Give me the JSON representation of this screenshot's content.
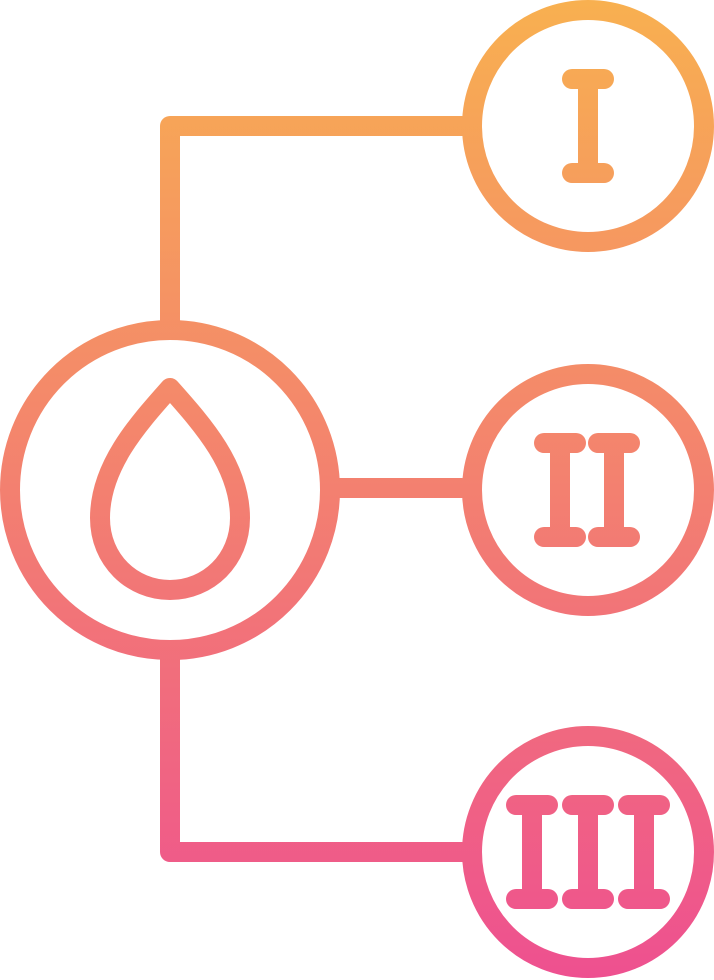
{
  "icon": {
    "name": "blood-type-diagram-icon",
    "colors": {
      "gradient_top": "#F8B050",
      "gradient_bottom": "#EE5090"
    },
    "nodes": [
      {
        "name": "blood-drop-node",
        "icon": "blood-drop-icon"
      },
      {
        "name": "type-one-node",
        "numeral": "I"
      },
      {
        "name": "type-two-node",
        "numeral": "II"
      },
      {
        "name": "type-three-node",
        "numeral": "III"
      }
    ]
  }
}
